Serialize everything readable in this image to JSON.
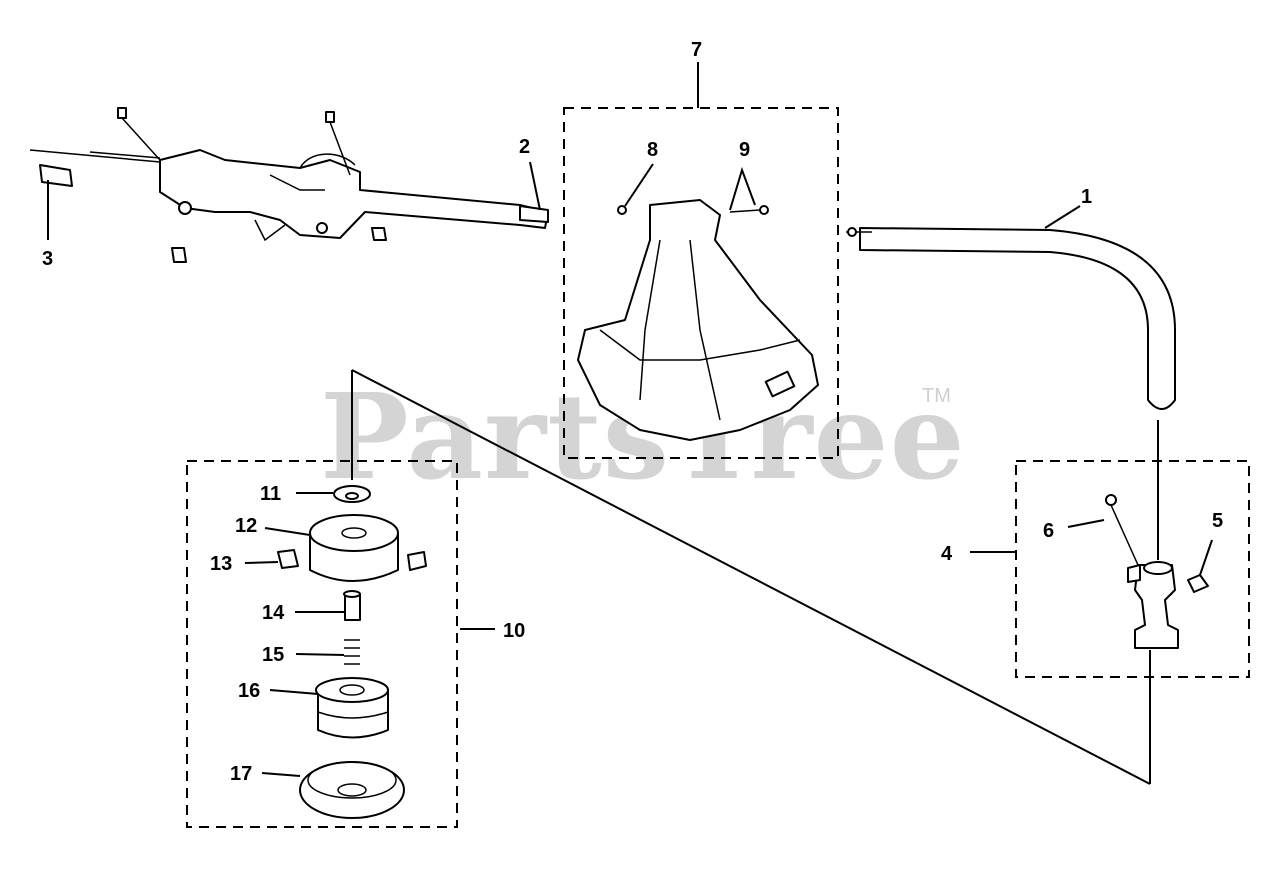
{
  "watermark": {
    "text": "PartsTree",
    "trademark": "TM"
  },
  "callouts": {
    "c1": "1",
    "c2": "2",
    "c3": "3",
    "c4": "4",
    "c5": "5",
    "c6": "6",
    "c7": "7",
    "c8": "8",
    "c9": "9",
    "c10": "10",
    "c11": "11",
    "c12": "12",
    "c13": "13",
    "c14": "14",
    "c15": "15",
    "c16": "16",
    "c17": "17"
  }
}
